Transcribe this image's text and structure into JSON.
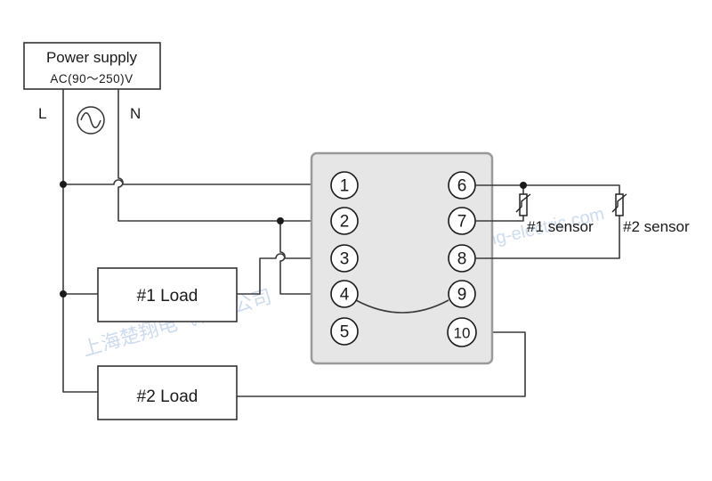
{
  "power_supply": {
    "title": "Power supply",
    "rating": "AC(90～250)V",
    "line_label": "L",
    "neutral_label": "N",
    "source_icon": "ac-sine-icon"
  },
  "relay": {
    "terminals": [
      "1",
      "2",
      "3",
      "4",
      "5",
      "6",
      "7",
      "8",
      "9",
      "10"
    ]
  },
  "loads": {
    "load1": "#1 Load",
    "load2": "#2 Load"
  },
  "sensors": {
    "sensor1": "#1 sensor",
    "sensor2": "#2 sensor"
  },
  "watermark": {
    "text_cn": "上海楚翔电气有限公司",
    "text_en": "www.chuxiang-electric.com"
  }
}
